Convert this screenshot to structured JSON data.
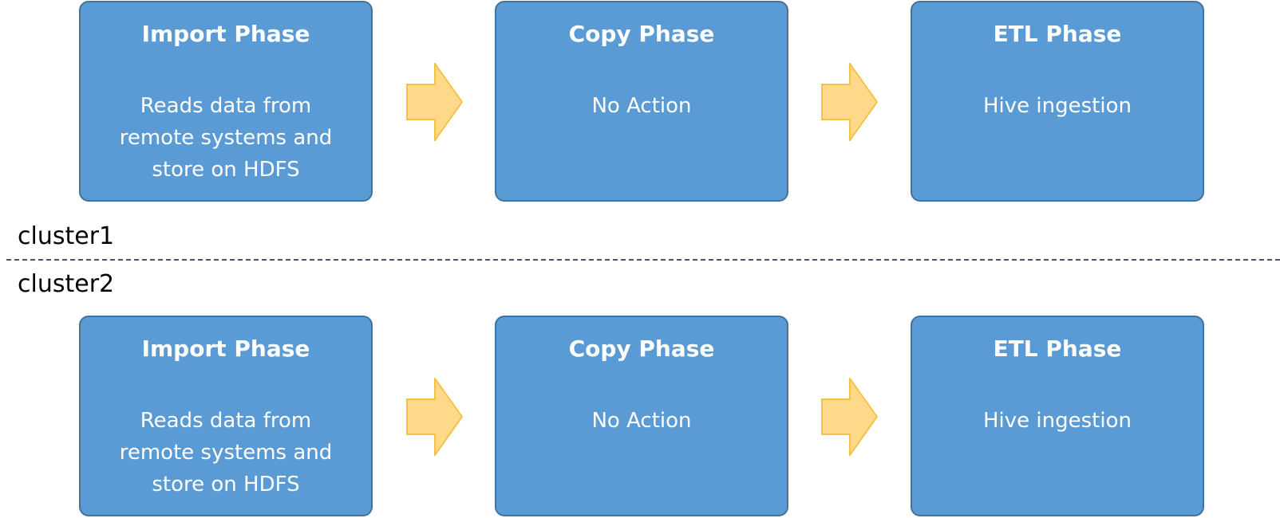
{
  "clusters": [
    {
      "label": "cluster1",
      "phases": [
        {
          "title": "Import Phase",
          "description": "Reads data from\nremote systems and\nstore on HDFS"
        },
        {
          "title": "Copy Phase",
          "description": "No Action"
        },
        {
          "title": "ETL Phase",
          "description": "Hive ingestion"
        }
      ]
    },
    {
      "label": "cluster2",
      "phases": [
        {
          "title": "Import Phase",
          "description": "Reads data from\nremote systems and\nstore on HDFS"
        },
        {
          "title": "Copy Phase",
          "description": "No Action"
        },
        {
          "title": "ETL Phase",
          "description": "Hive ingestion"
        }
      ]
    }
  ],
  "colors": {
    "box_fill": "#5b9bd5",
    "box_border": "#41719c",
    "arrow_fill": "#ffd98a",
    "arrow_stroke": "#f4c24a",
    "divider": "#4a5672"
  }
}
